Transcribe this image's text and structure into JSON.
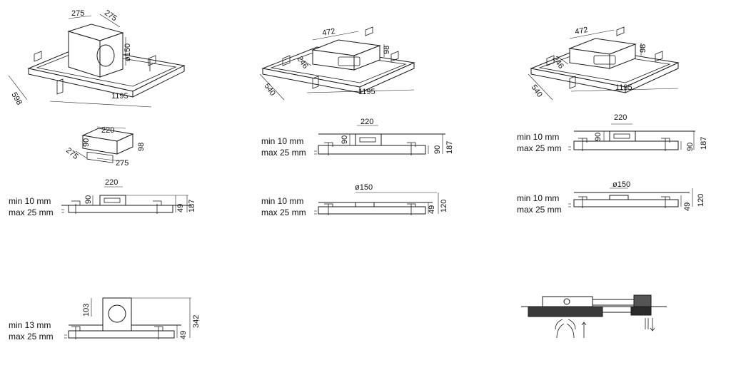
{
  "view_a": {
    "top_w": "275",
    "top_d": "275",
    "pipe": "ø150",
    "width": "1195",
    "depth": "598"
  },
  "view_b": {
    "duct_w": "472",
    "duct_h": "98",
    "duct_d": "246",
    "width": "1195",
    "depth": "540"
  },
  "view_c": {
    "duct_w": "472",
    "duct_h": "98",
    "duct_d": "246",
    "width": "1195",
    "depth": "540"
  },
  "transition": {
    "w": "220",
    "h": "90",
    "d": "275",
    "h2": "98",
    "d2": "275"
  },
  "section_220": {
    "d1": "220",
    "d2": "90",
    "h_min": "min 10 mm",
    "h_max": "max 25 mm",
    "s1": "49",
    "s2": "187"
  },
  "section_b1": {
    "d1": "220",
    "d2": "90",
    "h_min": "min 10 mm",
    "h_max": "max 25 mm",
    "s1": "90",
    "s2": "187"
  },
  "section_b2": {
    "d1": "ø150",
    "h_min": "min 10 mm",
    "h_max": "max 25 mm",
    "s1": "49",
    "s2": "120"
  },
  "section_c1": {
    "d1": "220",
    "d2": "90",
    "h_min": "min 10 mm",
    "h_max": "max 25 mm",
    "s1": "90",
    "s2": "187"
  },
  "section_c2": {
    "d1": "ø150",
    "h_min": "min 10 mm",
    "h_max": "max 25 mm",
    "s1": "49",
    "s2": "120"
  },
  "section_motor": {
    "d1": "103",
    "h_min": "min 13 mm",
    "h_max": "max 25 mm",
    "s1": "49",
    "s2": "342"
  }
}
